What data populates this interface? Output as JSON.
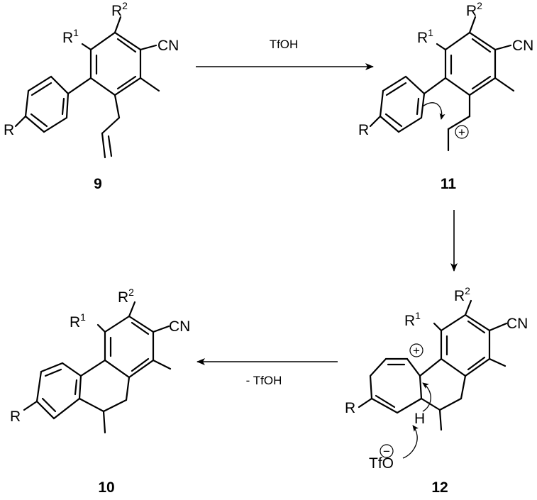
{
  "labels": {
    "cn": "CN",
    "r": "R",
    "r1": "R",
    "r1_sup": "1",
    "r2": "R",
    "r2_sup": "2",
    "h": "H",
    "tfo": "TfO"
  },
  "compounds": {
    "c9": "9",
    "c11": "11",
    "c12": "12",
    "c10": "10"
  },
  "reagents": {
    "top_arrow": "TfOH",
    "bottom_arrow": "- TfOH"
  },
  "charges": {
    "plus": "+",
    "minus": "−"
  }
}
